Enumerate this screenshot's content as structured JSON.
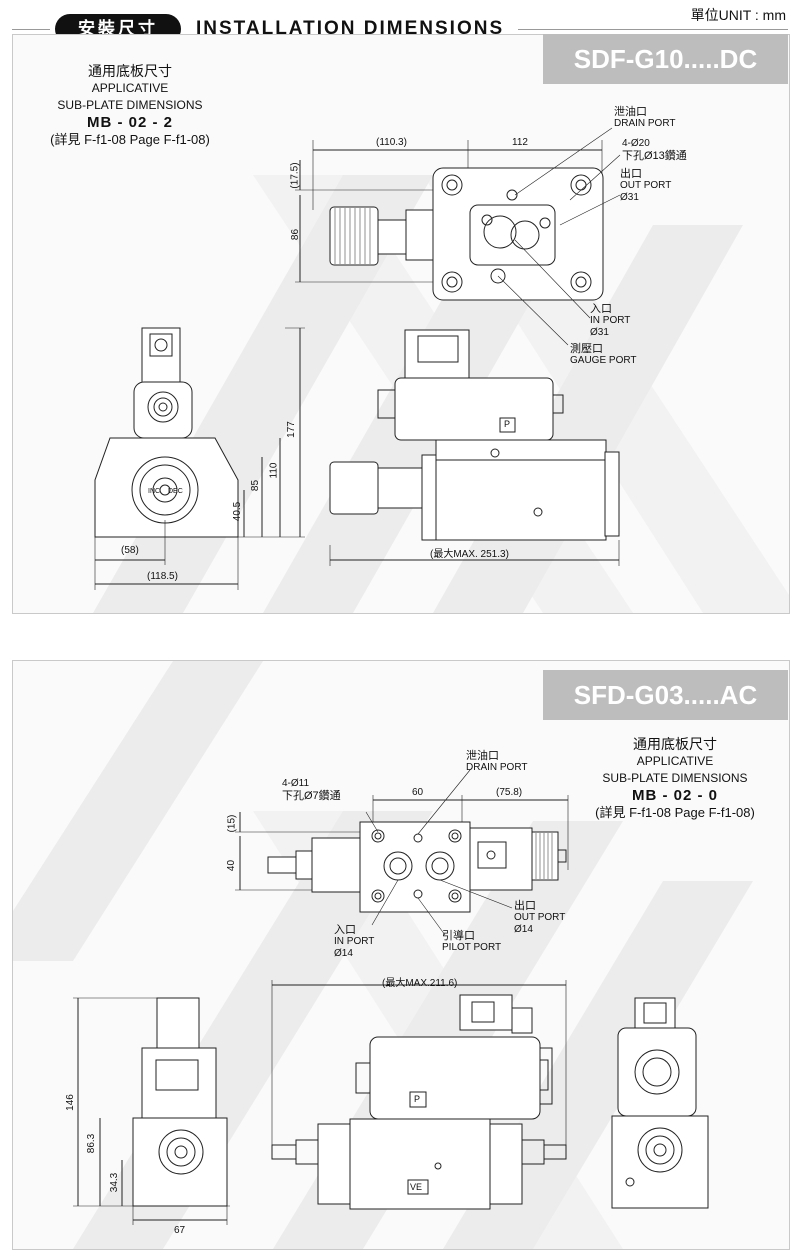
{
  "header": {
    "section_zh": "安裝尺寸",
    "section_en": "INSTALLATION DIMENSIONS",
    "unit": "單位UNIT : mm"
  },
  "panel1": {
    "model": "SDF-G10.....DC",
    "subplate": {
      "zh": "通用底板尺寸",
      "en1": "APPLICATIVE",
      "en2": "SUB-PLATE DIMENSIONS",
      "model": "MB - 02 - 2",
      "ref": "(詳見 F-f1-08  Page F-f1-08)"
    },
    "top_view": {
      "dims": [
        "(110.3)",
        "112",
        "(17.5)",
        "86"
      ],
      "callouts": {
        "drain_zh": "泄油口",
        "drain_en": "DRAIN PORT",
        "holes_1": "4-Ø20",
        "holes_2": "下孔Ø13鑽通",
        "out_zh": "出口",
        "out_en": "OUT PORT",
        "out_dia": "Ø31",
        "in_zh": "入口",
        "in_en": "IN PORT",
        "in_dia": "Ø31",
        "gauge_zh": "測壓口",
        "gauge_en": "GAUGE PORT"
      }
    },
    "side_view": {
      "dims": [
        "(58)",
        "(118.5)",
        "40.5",
        "85",
        "110",
        "177"
      ],
      "knob_left": "INC",
      "knob_right": "DEC"
    },
    "front_view": {
      "max": "(最大MAX. 251.3)",
      "badge": "P"
    }
  },
  "panel2": {
    "model": "SFD-G03.....AC",
    "subplate": {
      "zh": "通用底板尺寸",
      "en1": "APPLICATIVE",
      "en2": "SUB-PLATE DIMENSIONS",
      "model": "MB - 02 - 0",
      "ref": "(詳見 F-f1-08  Page F-f1-08)"
    },
    "top_view": {
      "dims": [
        "60",
        "(75.8)",
        "(15)",
        "40"
      ],
      "callouts": {
        "holes_1": "4-Ø11",
        "holes_2": "下孔Ø7鑽通",
        "drain_zh": "泄油口",
        "drain_en": "DRAIN PORT",
        "in_zh": "入口",
        "in_en": "IN PORT",
        "in_dia": "Ø14",
        "pilot_zh": "引導口",
        "pilot_en": "PILOT PORT",
        "out_zh": "出口",
        "out_en": "OUT PORT",
        "out_dia": "Ø14"
      }
    },
    "front_view": {
      "max": "(最大MAX.211.6)",
      "badge_p": "P",
      "badge_ve": "VE"
    },
    "side_view": {
      "dims": [
        "146",
        "86.3",
        "34.3",
        "67"
      ]
    }
  },
  "colors": {
    "tab_gray": "#bdbdbd",
    "pill_black": "#111111",
    "line": "#222222",
    "watermark": "#ececec"
  }
}
